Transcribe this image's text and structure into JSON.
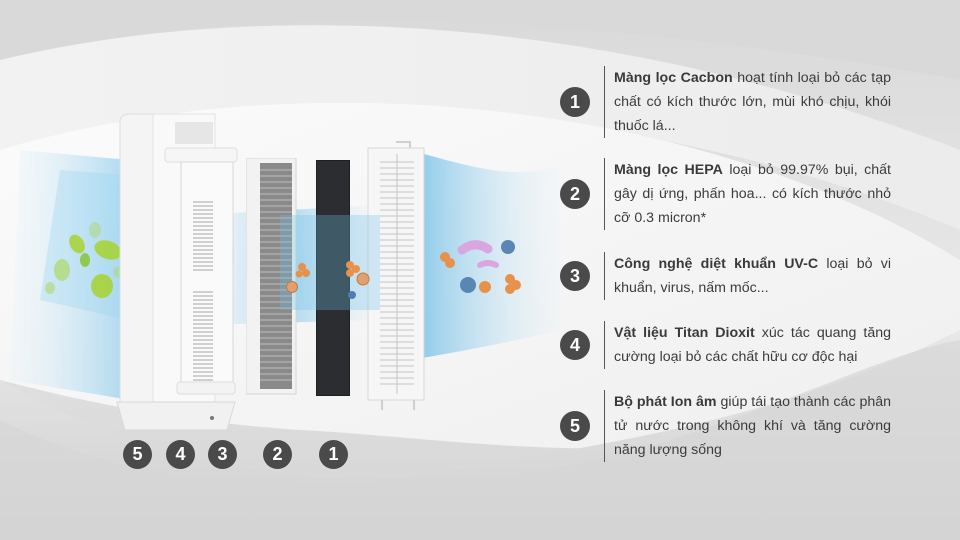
{
  "features": [
    {
      "number": "1",
      "title": "Màng lọc Cacbon",
      "description": " hoạt tính loại bỏ các tạp chất có kích thước lớn, mùi khó chịu, khói thuốc lá..."
    },
    {
      "number": "2",
      "title": "Màng lọc HEPA",
      "description": " loại bỏ 99.97% bụi, chất gây dị ứng, phấn hoa... có kích thước nhỏ cỡ 0.3 micron*"
    },
    {
      "number": "3",
      "title": "Công nghệ diệt khuẩn UV-C",
      "description": " loại bỏ vi khuẩn, virus, nấm mốc..."
    },
    {
      "number": "4",
      "title": "Vật liệu Titan Dioxit",
      "description": " xúc tác quang tăng cường loại bỏ các chất hữu cơ độc hại"
    },
    {
      "number": "5",
      "title": "Bộ phát Ion âm",
      "description": " giúp tái tạo thành các phân tử nước trong không khí và tăng cường năng lượng sống"
    }
  ],
  "component_labels": [
    "5",
    "4",
    "3",
    "2",
    "1"
  ],
  "colors": {
    "badge": "#4a4a4a",
    "text": "#3c3c3c",
    "airflow": "#7ec8ec",
    "background": "#e4e4e4"
  },
  "illustration": {
    "left_icon": "green-leaves",
    "right_icon": "bacteria-virus-particles",
    "parts": [
      "air-purifier-body",
      "hepa-filter",
      "carbon-filter",
      "pre-filter-grille"
    ]
  }
}
